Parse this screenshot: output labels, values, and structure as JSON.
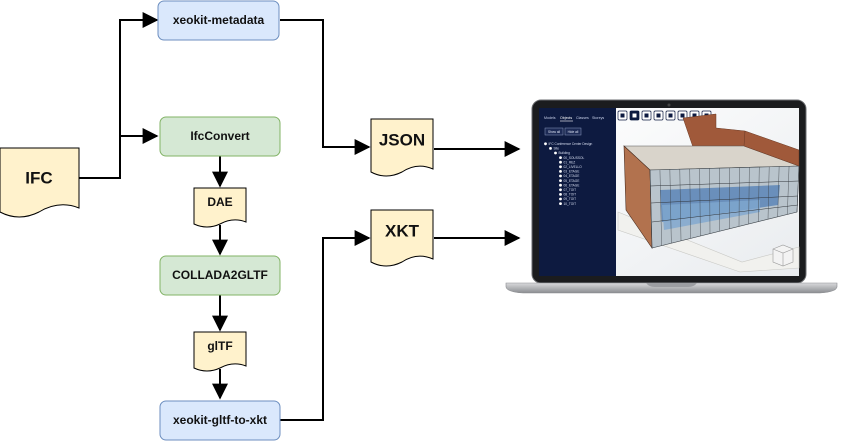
{
  "nodes": {
    "ifc": "IFC",
    "metadata": "xeokit-metadata",
    "ifcconvert": "IfcConvert",
    "dae": "DAE",
    "collada2gltf": "COLLADA2GLTF",
    "gltf": "glTF",
    "gltf_to_xkt": "xeokit-gltf-to-xkt",
    "json": "JSON",
    "xkt": "XKT"
  },
  "colors": {
    "tool_blue_fill": "#dae8fc",
    "tool_blue_stroke": "#6c8ebf",
    "tool_green_fill": "#d5e8d4",
    "tool_green_stroke": "#82b366",
    "doc_fill": "#fff2cc",
    "edge": "#000000",
    "laptop_sidebar": "#0d1a40"
  },
  "viewer": {
    "tabs": [
      "Models",
      "Objects",
      "Classes",
      "Storeys"
    ],
    "buttons": [
      "Show all",
      "Hide all"
    ],
    "tree": [
      "IFC Conference Center Design",
      "Site",
      "Building",
      "00_SOUSSOL",
      "01_REZ",
      "02_LIVELLO",
      "03_ETAGE",
      "04_ETAGE",
      "05_ETAGE",
      "06_ETAGE",
      "07_TOIT",
      "08_TOIT",
      "09_TOIT",
      "10_TOIT"
    ],
    "toolbar_icons": [
      "home-icon",
      "perspective-icon",
      "fit-icon",
      "first-person-icon",
      "xray-icon",
      "select-icon",
      "query-icon",
      "section-icon"
    ]
  }
}
